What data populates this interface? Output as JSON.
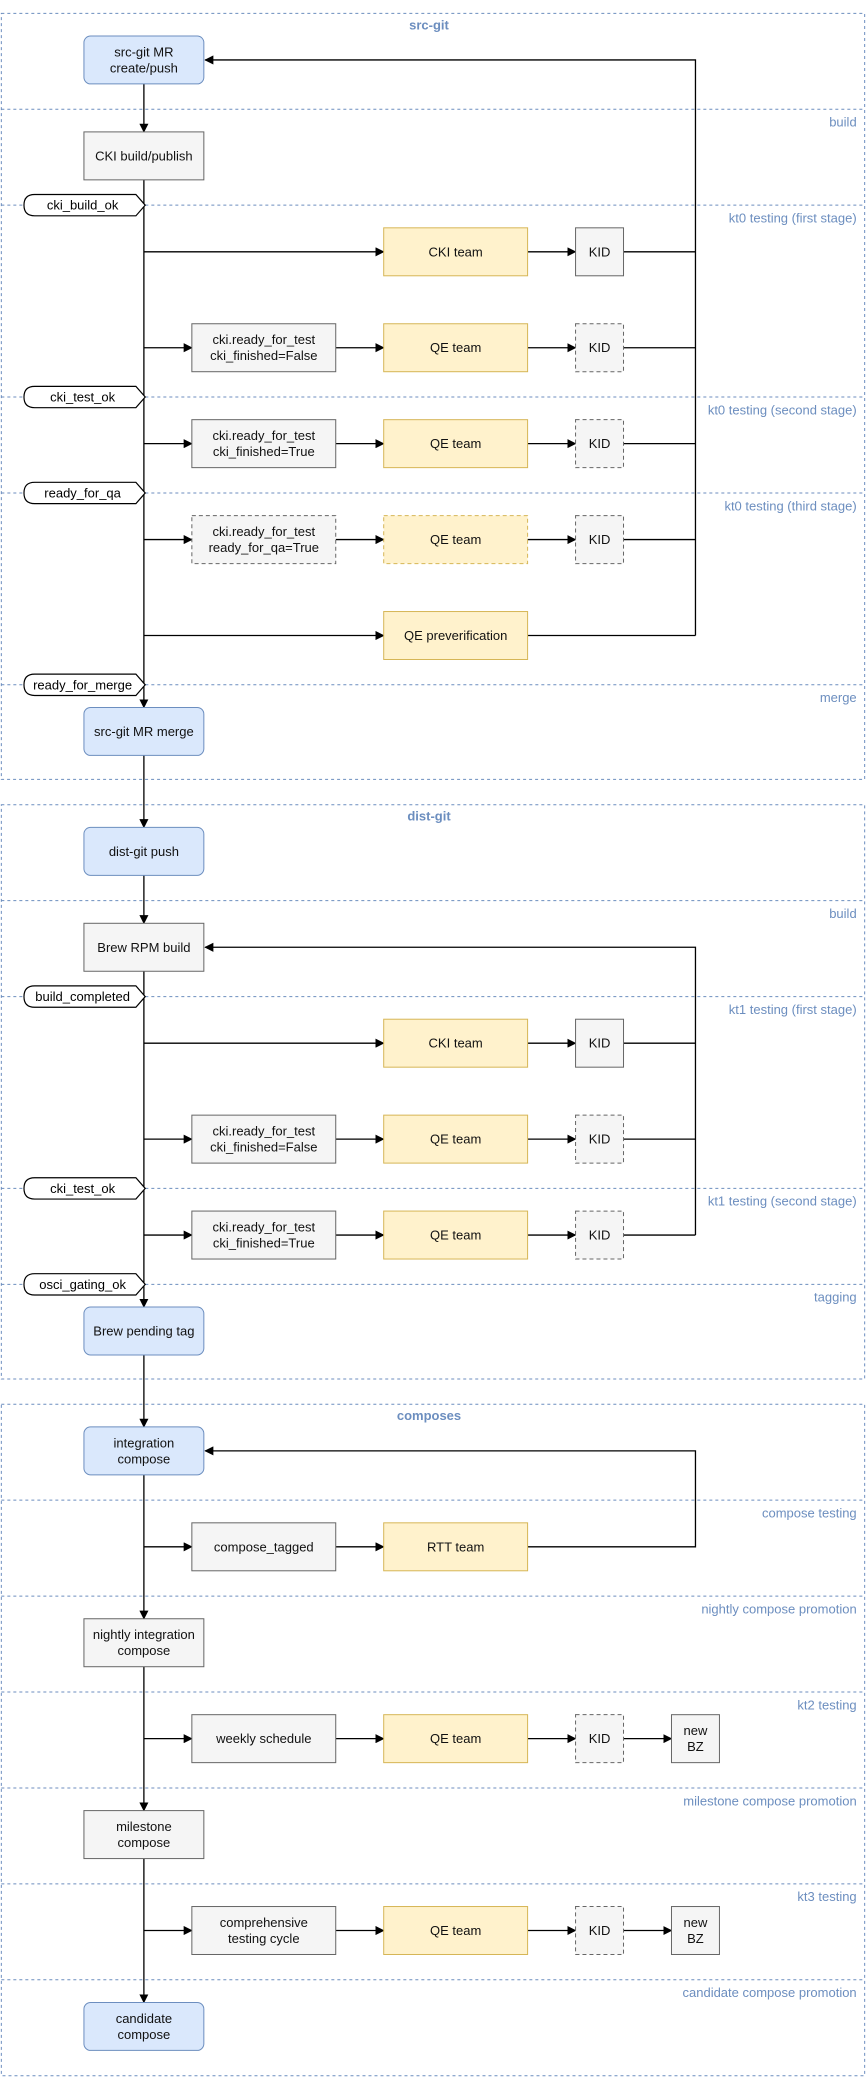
{
  "colors": {
    "blue_fill": "#dae8fc",
    "blue_stroke": "#6c8ebf",
    "gray_fill": "#f5f5f5",
    "gray_stroke": "#666666",
    "yellow_fill": "#fff2cc",
    "yellow_stroke": "#d6b656",
    "section_accent": "#6c8ebf"
  },
  "sections": [
    {
      "title": "src-git",
      "stages": [
        "build",
        "kt0 testing (first stage)",
        "kt0 testing (second stage)",
        "kt0 testing (third stage)",
        "merge"
      ],
      "gates": [
        "cki_build_ok",
        "cki_test_ok",
        "ready_for_qa",
        "ready_for_merge"
      ],
      "nodes": {
        "mr_create": "src-git MR\ncreate/push",
        "cki_build": "CKI build/publish",
        "cki_team": "CKI team",
        "kid1": "KID",
        "cond1": "cki.ready_for_test\ncki_finished=False",
        "qe1": "QE team",
        "kid2": "KID",
        "cond2": "cki.ready_for_test\ncki_finished=True",
        "qe2": "QE team",
        "kid3": "KID",
        "cond3": "cki.ready_for_test\nready_for_qa=True",
        "qe3": "QE team",
        "kid4": "KID",
        "qe_prever": "QE preverification",
        "mr_merge": "src-git MR merge"
      }
    },
    {
      "title": "dist-git",
      "stages": [
        "build",
        "kt1 testing (first stage)",
        "kt1 testing (second stage)",
        "tagging"
      ],
      "gates": [
        "build_completed",
        "cki_test_ok",
        "osci_gating_ok"
      ],
      "nodes": {
        "distgit_push": "dist-git push",
        "brew_build": "Brew RPM build",
        "cki_team": "CKI team",
        "kid1": "KID",
        "cond1": "cki.ready_for_test\ncki_finished=False",
        "qe1": "QE team",
        "kid2": "KID",
        "cond2": "cki.ready_for_test\ncki_finished=True",
        "qe2": "QE team",
        "kid3": "KID",
        "brew_tag": "Brew pending tag"
      }
    },
    {
      "title": "composes",
      "stages": [
        "compose testing",
        "nightly compose promotion",
        "kt2 testing",
        "milestone compose promotion",
        "kt3 testing",
        "candidate compose promotion"
      ],
      "gates": [],
      "nodes": {
        "integration": "integration\ncompose",
        "compose_tagged": "compose_tagged",
        "rtt": "RTT team",
        "nightly": "nightly integration\ncompose",
        "weekly": "weekly schedule",
        "qe_kt2": "QE team",
        "kid_kt2": "KID",
        "bz_kt2": "new\nBZ",
        "milestone": "milestone\ncompose",
        "comprehensive": "comprehensive\ntesting cycle",
        "qe_kt3": "QE team",
        "kid_kt3": "KID",
        "bz_kt3": "new\nBZ",
        "candidate": "candidate\ncompose"
      }
    }
  ]
}
